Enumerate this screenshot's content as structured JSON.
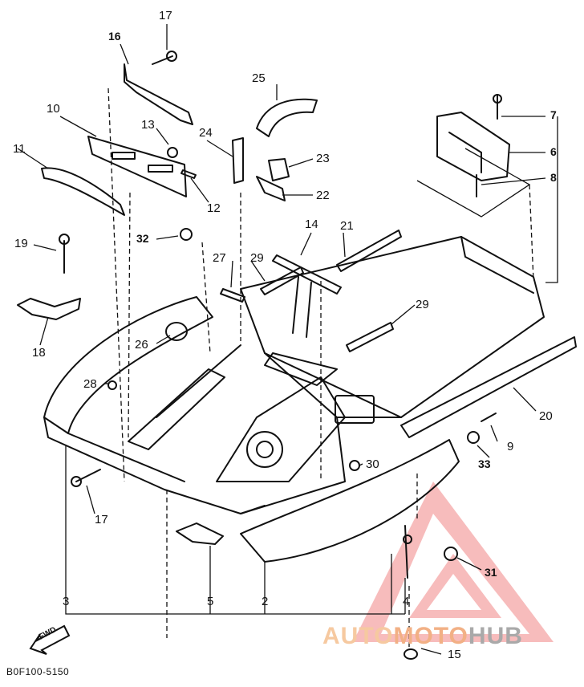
{
  "diagram_code": "B0F100-5150",
  "fwd_label": "FWD",
  "watermark": {
    "part1": "AUTO",
    "part2": "MOTO",
    "part3": "HUB"
  },
  "colors": {
    "line": "#111111",
    "watermark_red": "#f3a6a6",
    "watermark_orange": "#f2b085",
    "watermark_gray": "#a9a9a9"
  },
  "callouts": [
    {
      "id": "c17a",
      "text": "17",
      "bold": false
    },
    {
      "id": "c16",
      "text": "16",
      "bold": true
    },
    {
      "id": "c25",
      "text": "25",
      "bold": false
    },
    {
      "id": "c10",
      "text": "10",
      "bold": false
    },
    {
      "id": "c13",
      "text": "13",
      "bold": false
    },
    {
      "id": "c24",
      "text": "24",
      "bold": false
    },
    {
      "id": "c23",
      "text": "23",
      "bold": false
    },
    {
      "id": "c22",
      "text": "22",
      "bold": false
    },
    {
      "id": "c11",
      "text": "11",
      "bold": false
    },
    {
      "id": "c12",
      "text": "12",
      "bold": false
    },
    {
      "id": "c7",
      "text": "7",
      "bold": true
    },
    {
      "id": "c6",
      "text": "6",
      "bold": true
    },
    {
      "id": "c8",
      "text": "8",
      "bold": true
    },
    {
      "id": "c19",
      "text": "19",
      "bold": false
    },
    {
      "id": "c32",
      "text": "32",
      "bold": true
    },
    {
      "id": "c14",
      "text": "14",
      "bold": false
    },
    {
      "id": "c21",
      "text": "21",
      "bold": false
    },
    {
      "id": "c27",
      "text": "27",
      "bold": false
    },
    {
      "id": "c29a",
      "text": "29",
      "bold": false
    },
    {
      "id": "c18",
      "text": "18",
      "bold": false
    },
    {
      "id": "c29b",
      "text": "29",
      "bold": false
    },
    {
      "id": "c26",
      "text": "26",
      "bold": false
    },
    {
      "id": "c28",
      "text": "28",
      "bold": false
    },
    {
      "id": "c20",
      "text": "20",
      "bold": false
    },
    {
      "id": "c9",
      "text": "9",
      "bold": false
    },
    {
      "id": "c33",
      "text": "33",
      "bold": true
    },
    {
      "id": "c30",
      "text": "30",
      "bold": false
    },
    {
      "id": "c17b",
      "text": "17",
      "bold": false
    },
    {
      "id": "c31",
      "text": "31",
      "bold": true
    },
    {
      "id": "c3",
      "text": "3",
      "bold": false
    },
    {
      "id": "c5",
      "text": "5",
      "bold": false
    },
    {
      "id": "c2",
      "text": "2",
      "bold": false
    },
    {
      "id": "c4",
      "text": "4",
      "bold": false
    },
    {
      "id": "c15",
      "text": "15",
      "bold": false
    }
  ]
}
